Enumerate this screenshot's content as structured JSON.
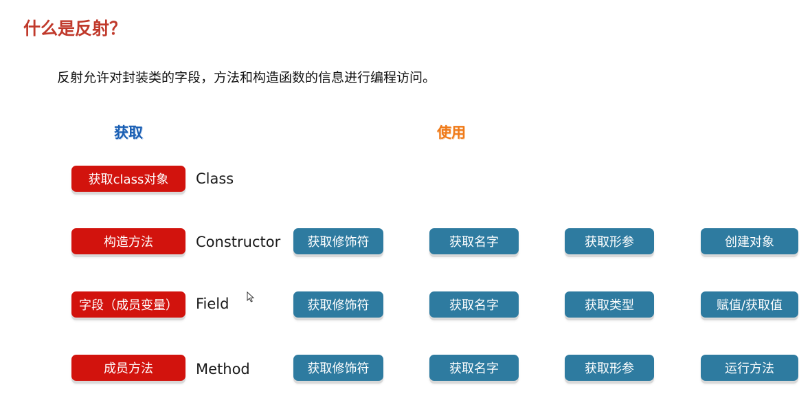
{
  "title": "什么是反射？",
  "description": "反射允许对封装类的字段，方法和构造函数的信息进行编程访问。",
  "headers": {
    "get": "获取",
    "use": "使用"
  },
  "rows": [
    {
      "get_label": "获取class对象",
      "class_name": "Class",
      "actions": []
    },
    {
      "get_label": "构造方法",
      "class_name": "Constructor",
      "actions": [
        "获取修饰符",
        "获取名字",
        "获取形参",
        "创建对象"
      ]
    },
    {
      "get_label": "字段（成员变量）",
      "class_name": "Field",
      "actions": [
        "获取修饰符",
        "获取名字",
        "获取类型",
        "赋值/获取值"
      ]
    },
    {
      "get_label": "成员方法",
      "class_name": "Method",
      "actions": [
        "获取修饰符",
        "获取名字",
        "获取形参",
        "运行方法"
      ]
    }
  ],
  "colors": {
    "title": "#c0392b",
    "get_header": "#1a5fb4",
    "use_header": "#f07a18",
    "red_button": "#d2130d",
    "blue_button": "#2e7ba0"
  },
  "icons": {
    "cursor": "mouse-pointer-icon"
  }
}
